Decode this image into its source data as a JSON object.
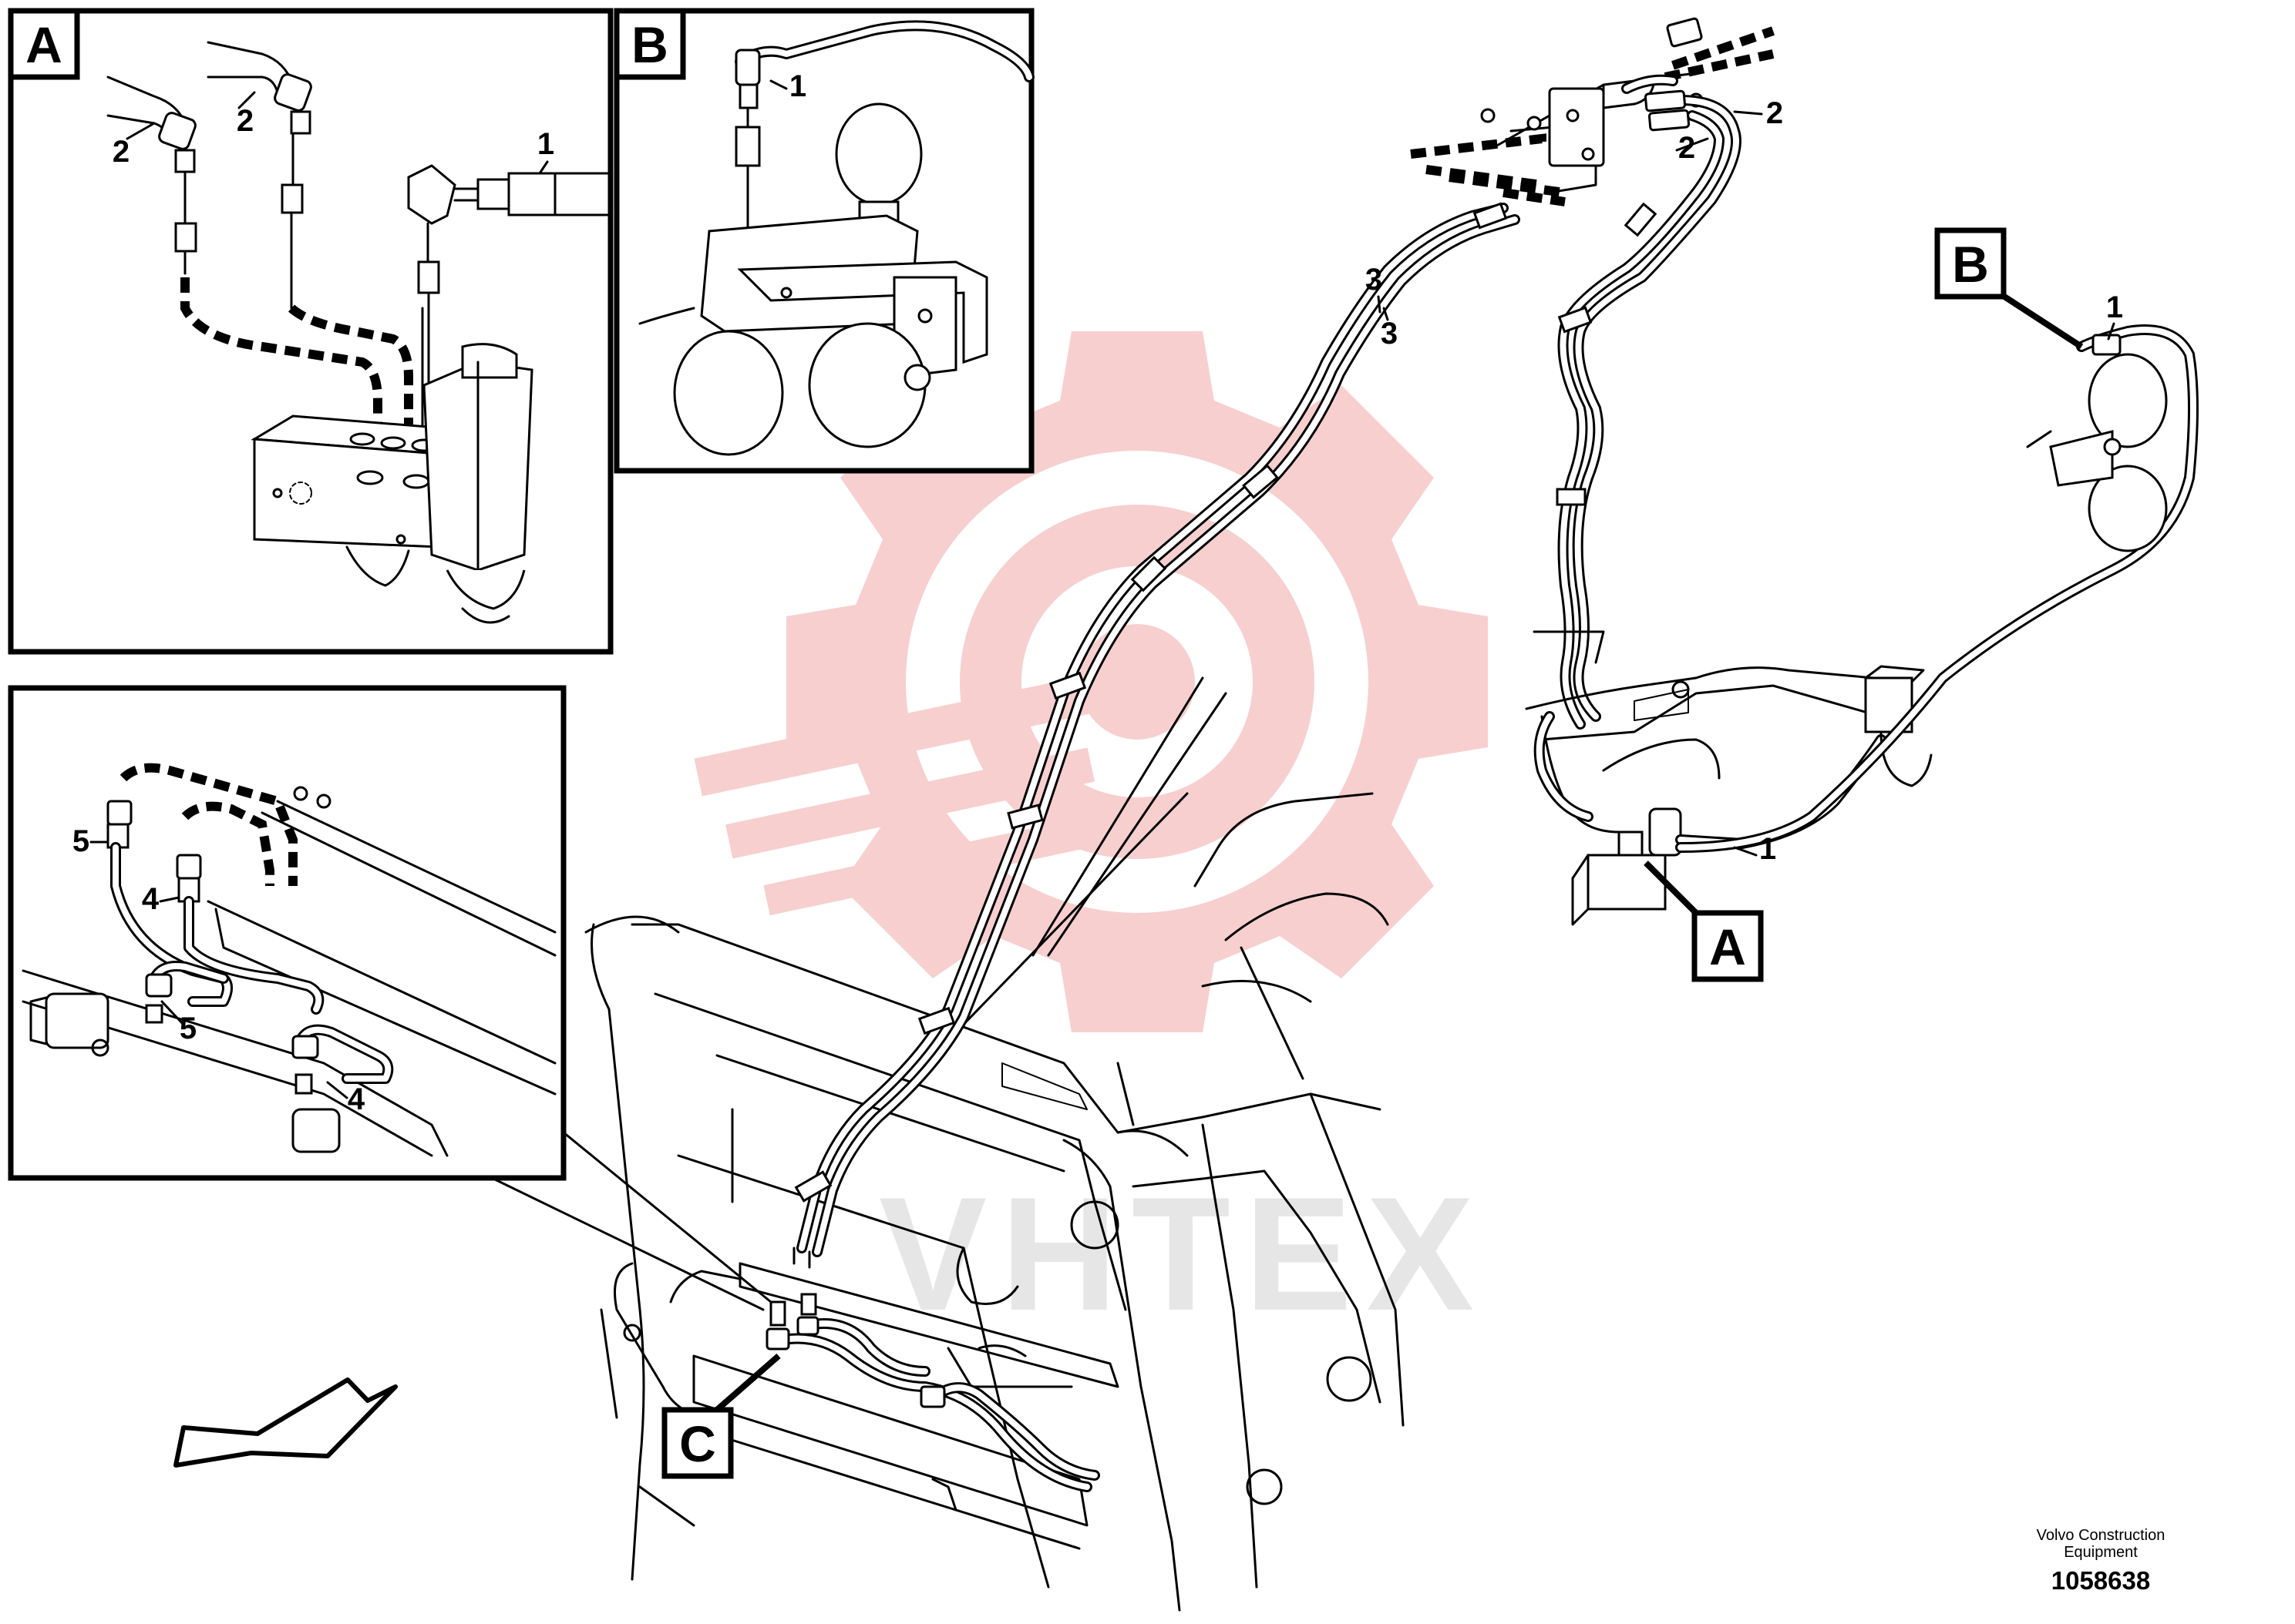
{
  "diagram": {
    "panels": {
      "A": {
        "label": "A",
        "callouts": [
          "2",
          "2",
          "1"
        ]
      },
      "B": {
        "label": "B",
        "callouts": [
          "1"
        ]
      },
      "C": {
        "callouts": [
          "5",
          "4",
          "5",
          "4"
        ]
      }
    },
    "main": {
      "badges": {
        "A": "A",
        "B": "B",
        "C": "C"
      },
      "callouts": {
        "c3_upper": "3",
        "c3_lower": "3",
        "c2_upper": "2",
        "c2_lower": "2",
        "c1_right": "1",
        "c1_b": "1"
      }
    },
    "watermark": "VHTEX",
    "watermark_color": "#f4c4c4",
    "footer": {
      "company": "Volvo Construction\nEquipment",
      "number": "1058638"
    }
  }
}
